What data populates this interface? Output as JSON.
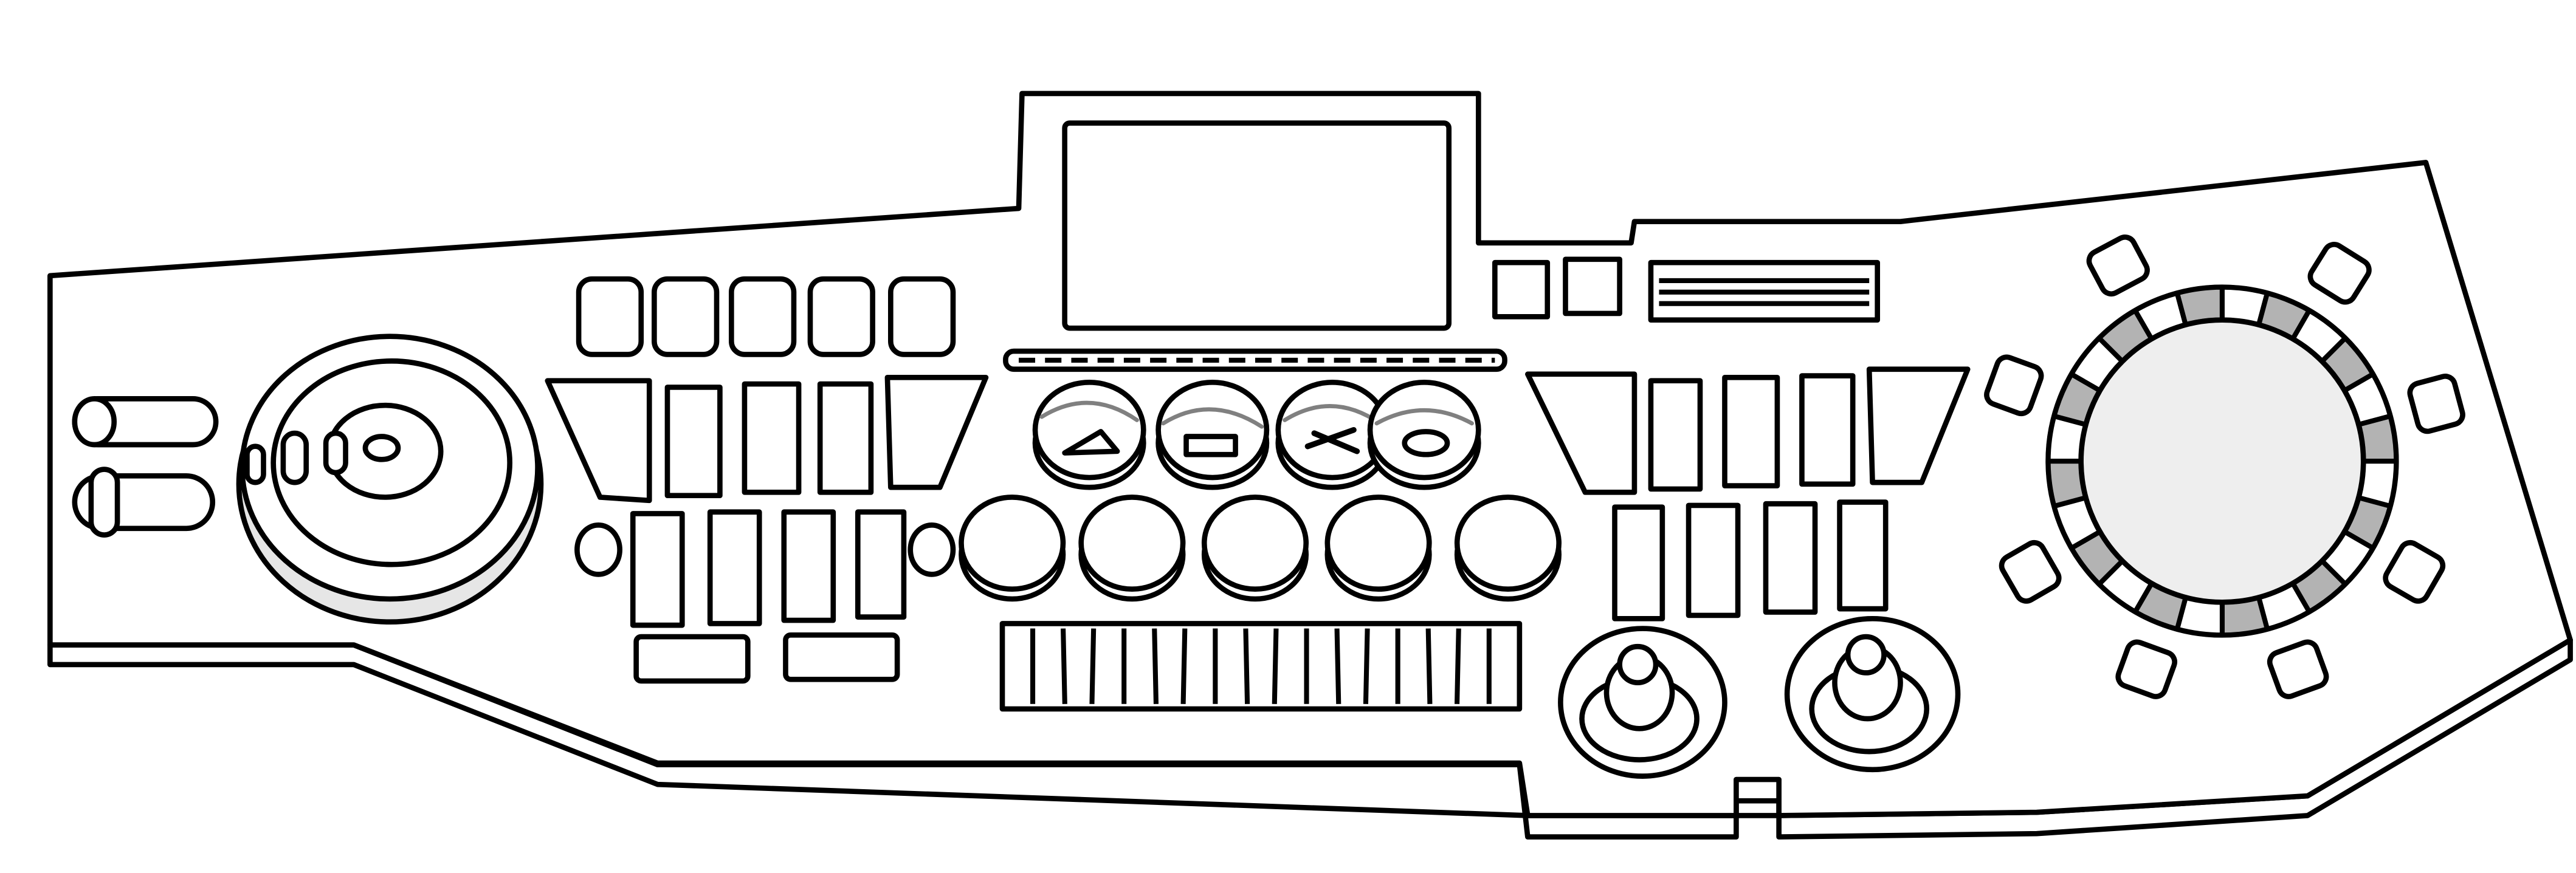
{
  "device": {
    "type": "controller-panel-line-drawing",
    "colors": {
      "outline": "#000000",
      "background": "#ffffff",
      "accent_gray": "#b3b3b3",
      "screen_face_tint": "#eeeeee"
    },
    "face_button_icons": [
      "triangle-icon",
      "square-icon",
      "cross-icon",
      "circle-icon"
    ],
    "counts": {
      "top_buttons": 5,
      "round_pads": 5,
      "fader_bank_slots": 17,
      "ring_buttons": 8,
      "joysticks": 2
    }
  }
}
